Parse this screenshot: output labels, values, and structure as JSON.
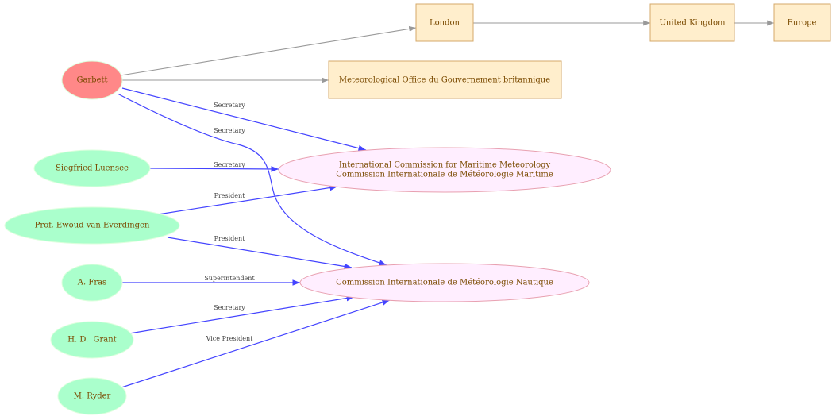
{
  "colors": {
    "person": "#aaffcc",
    "subject": "#ff8888",
    "place": "#ffeecc",
    "org": "#ffeeff",
    "relation_edge": "#4444ff",
    "location_edge": "#999999"
  },
  "nodes": {
    "garbett": "Garbett",
    "london": "London",
    "uk": "United Kingdom",
    "europe": "Europe",
    "met_office": "Meteorological Office du Gouvernement britannique",
    "icmm_line1": "International Commission for Maritime Meteorology",
    "icmm_line2": "Commission Internationale de Météorologie Maritime",
    "cimn": "Commission Internationale de Météorologie Nautique",
    "luensee": "Siegfried Luensee",
    "everdingen": "Prof. Ewoud van Everdingen",
    "fras": "A. Fras",
    "grant": "H. D.  Grant",
    "ryder": "M. Ryder"
  },
  "edges": [
    {
      "from": "Garbett",
      "to": "International Commission for Maritime Meteorology",
      "label": "Secretary"
    },
    {
      "from": "Garbett",
      "to": "Commission Internationale de Météorologie Nautique",
      "label": "Secretary"
    },
    {
      "from": "Siegfried Luensee",
      "to": "International Commission for Maritime Meteorology",
      "label": "Secretary"
    },
    {
      "from": "Prof. Ewoud van Everdingen",
      "to": "International Commission for Maritime Meteorology",
      "label": "President"
    },
    {
      "from": "Prof. Ewoud van Everdingen",
      "to": "Commission Internationale de Météorologie Nautique",
      "label": "President"
    },
    {
      "from": "A. Fras",
      "to": "Commission Internationale de Météorologie Nautique",
      "label": "Superintendent"
    },
    {
      "from": "H. D.  Grant",
      "to": "Commission Internationale de Météorologie Nautique",
      "label": "Secretary"
    },
    {
      "from": "M. Ryder",
      "to": "Commission Internationale de Météorologie Nautique",
      "label": "Vice President"
    }
  ]
}
